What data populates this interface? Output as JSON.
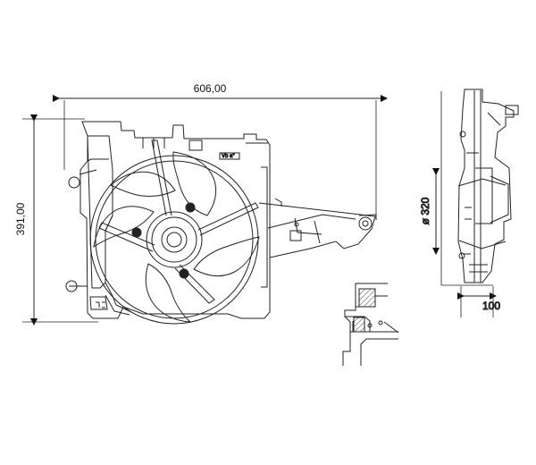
{
  "drawing": {
    "dimensions": {
      "width": "606,00",
      "height": "391,00",
      "diameter": "ø 320",
      "depth": "100"
    },
    "labels": {
      "small_plate": "Vb a°"
    }
  },
  "colors": {
    "line": "#222222",
    "background": "#ffffff"
  },
  "icons": {
    "detail": "bracket-cross-section"
  }
}
